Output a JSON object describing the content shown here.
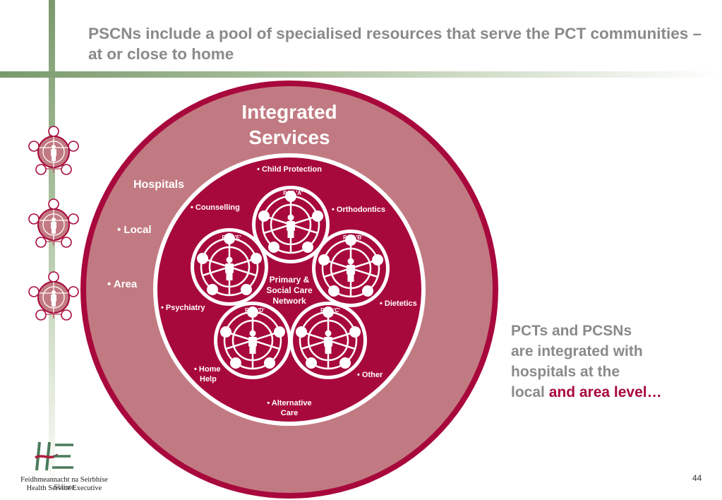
{
  "slide": {
    "title": "PSCNs include a pool of specialised resources that serve the PCT communities – at or close to home",
    "page_number": "44"
  },
  "outer_ring": {
    "title_line1": "Integrated",
    "title_line2": "Services",
    "hospitals_label": "Hospitals",
    "bullets": [
      "• Local",
      "• Area"
    ]
  },
  "network": {
    "center_line1": "Primary &",
    "center_line2": "Social Care",
    "center_line3": "Network",
    "services": [
      "• Child Protection",
      "• Orthodontics",
      "• Dietetics",
      "• Other",
      "• Alternative",
      "Care",
      "• Home",
      "Help",
      "• Psychiatry",
      "• Counselling"
    ],
    "pcts": [
      "PCT 'A'",
      "PCT 'B'",
      "PCT 'C'",
      "PCT 'D'",
      "PCT 'E'"
    ]
  },
  "side_text": {
    "line1": "PCTs and PCSNs",
    "line2": "are integrated with",
    "line3": "hospitals at the",
    "line4_plain": "local",
    "line4_highlight": "and area level…"
  },
  "logo": {
    "caption1": "Feidhmeannacht na Seirbhíse Sláinte",
    "caption2": "Health Service Executive"
  },
  "colors": {
    "dark_red": "#a8093c",
    "light_red": "#c27a82",
    "title_gray": "#8a8a8a",
    "green_bar": "#7a9a6e",
    "logo_green": "#4a7a5a",
    "logo_red": "#b01c3c"
  }
}
